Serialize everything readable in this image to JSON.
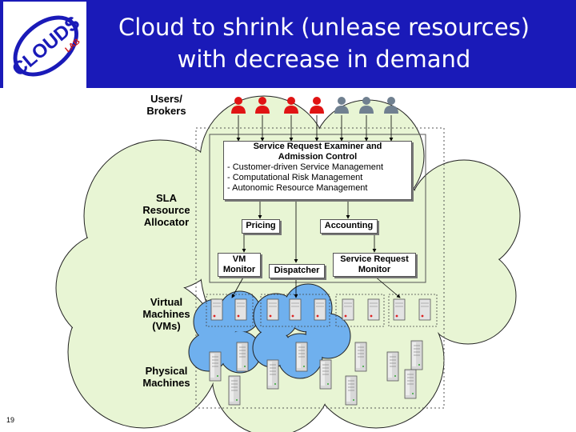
{
  "slide": {
    "title_line1": "Cloud to shrink (unlease resources)",
    "title_line2": "with decrease in demand",
    "number": "19"
  },
  "logo": {
    "text": "CLOUDS",
    "sub": "LAB"
  },
  "diagram": {
    "users_label_1": "Users/",
    "users_label_2": "Brokers",
    "sla_label_1": "SLA",
    "sla_label_2": "Resource",
    "sla_label_3": "Allocator",
    "vm_label_1": "Virtual",
    "vm_label_2": "Machines",
    "vm_label_3": "(VMs)",
    "pm_label_1": "Physical",
    "pm_label_2": "Machines",
    "examiner": {
      "title_1": "Service Request Examiner and",
      "title_2": "Admission Control",
      "items": [
        "- Customer-driven Service Management",
        "- Computational Risk Management",
        "- Autonomic Resource Management"
      ]
    },
    "pricing": "Pricing",
    "accounting": "Accounting",
    "vm_monitor_1": "VM",
    "vm_monitor_2": "Monitor",
    "dispatcher": "Dispatcher",
    "srm_1": "Service Request",
    "srm_2": "Monitor"
  },
  "colors": {
    "header_bg": "#1a1ab8",
    "cloud_fill": "#e8f5d4",
    "vm_cloud_fill": "#6fb0ee",
    "user_active": "#e01414",
    "user_idle": "#708090"
  }
}
